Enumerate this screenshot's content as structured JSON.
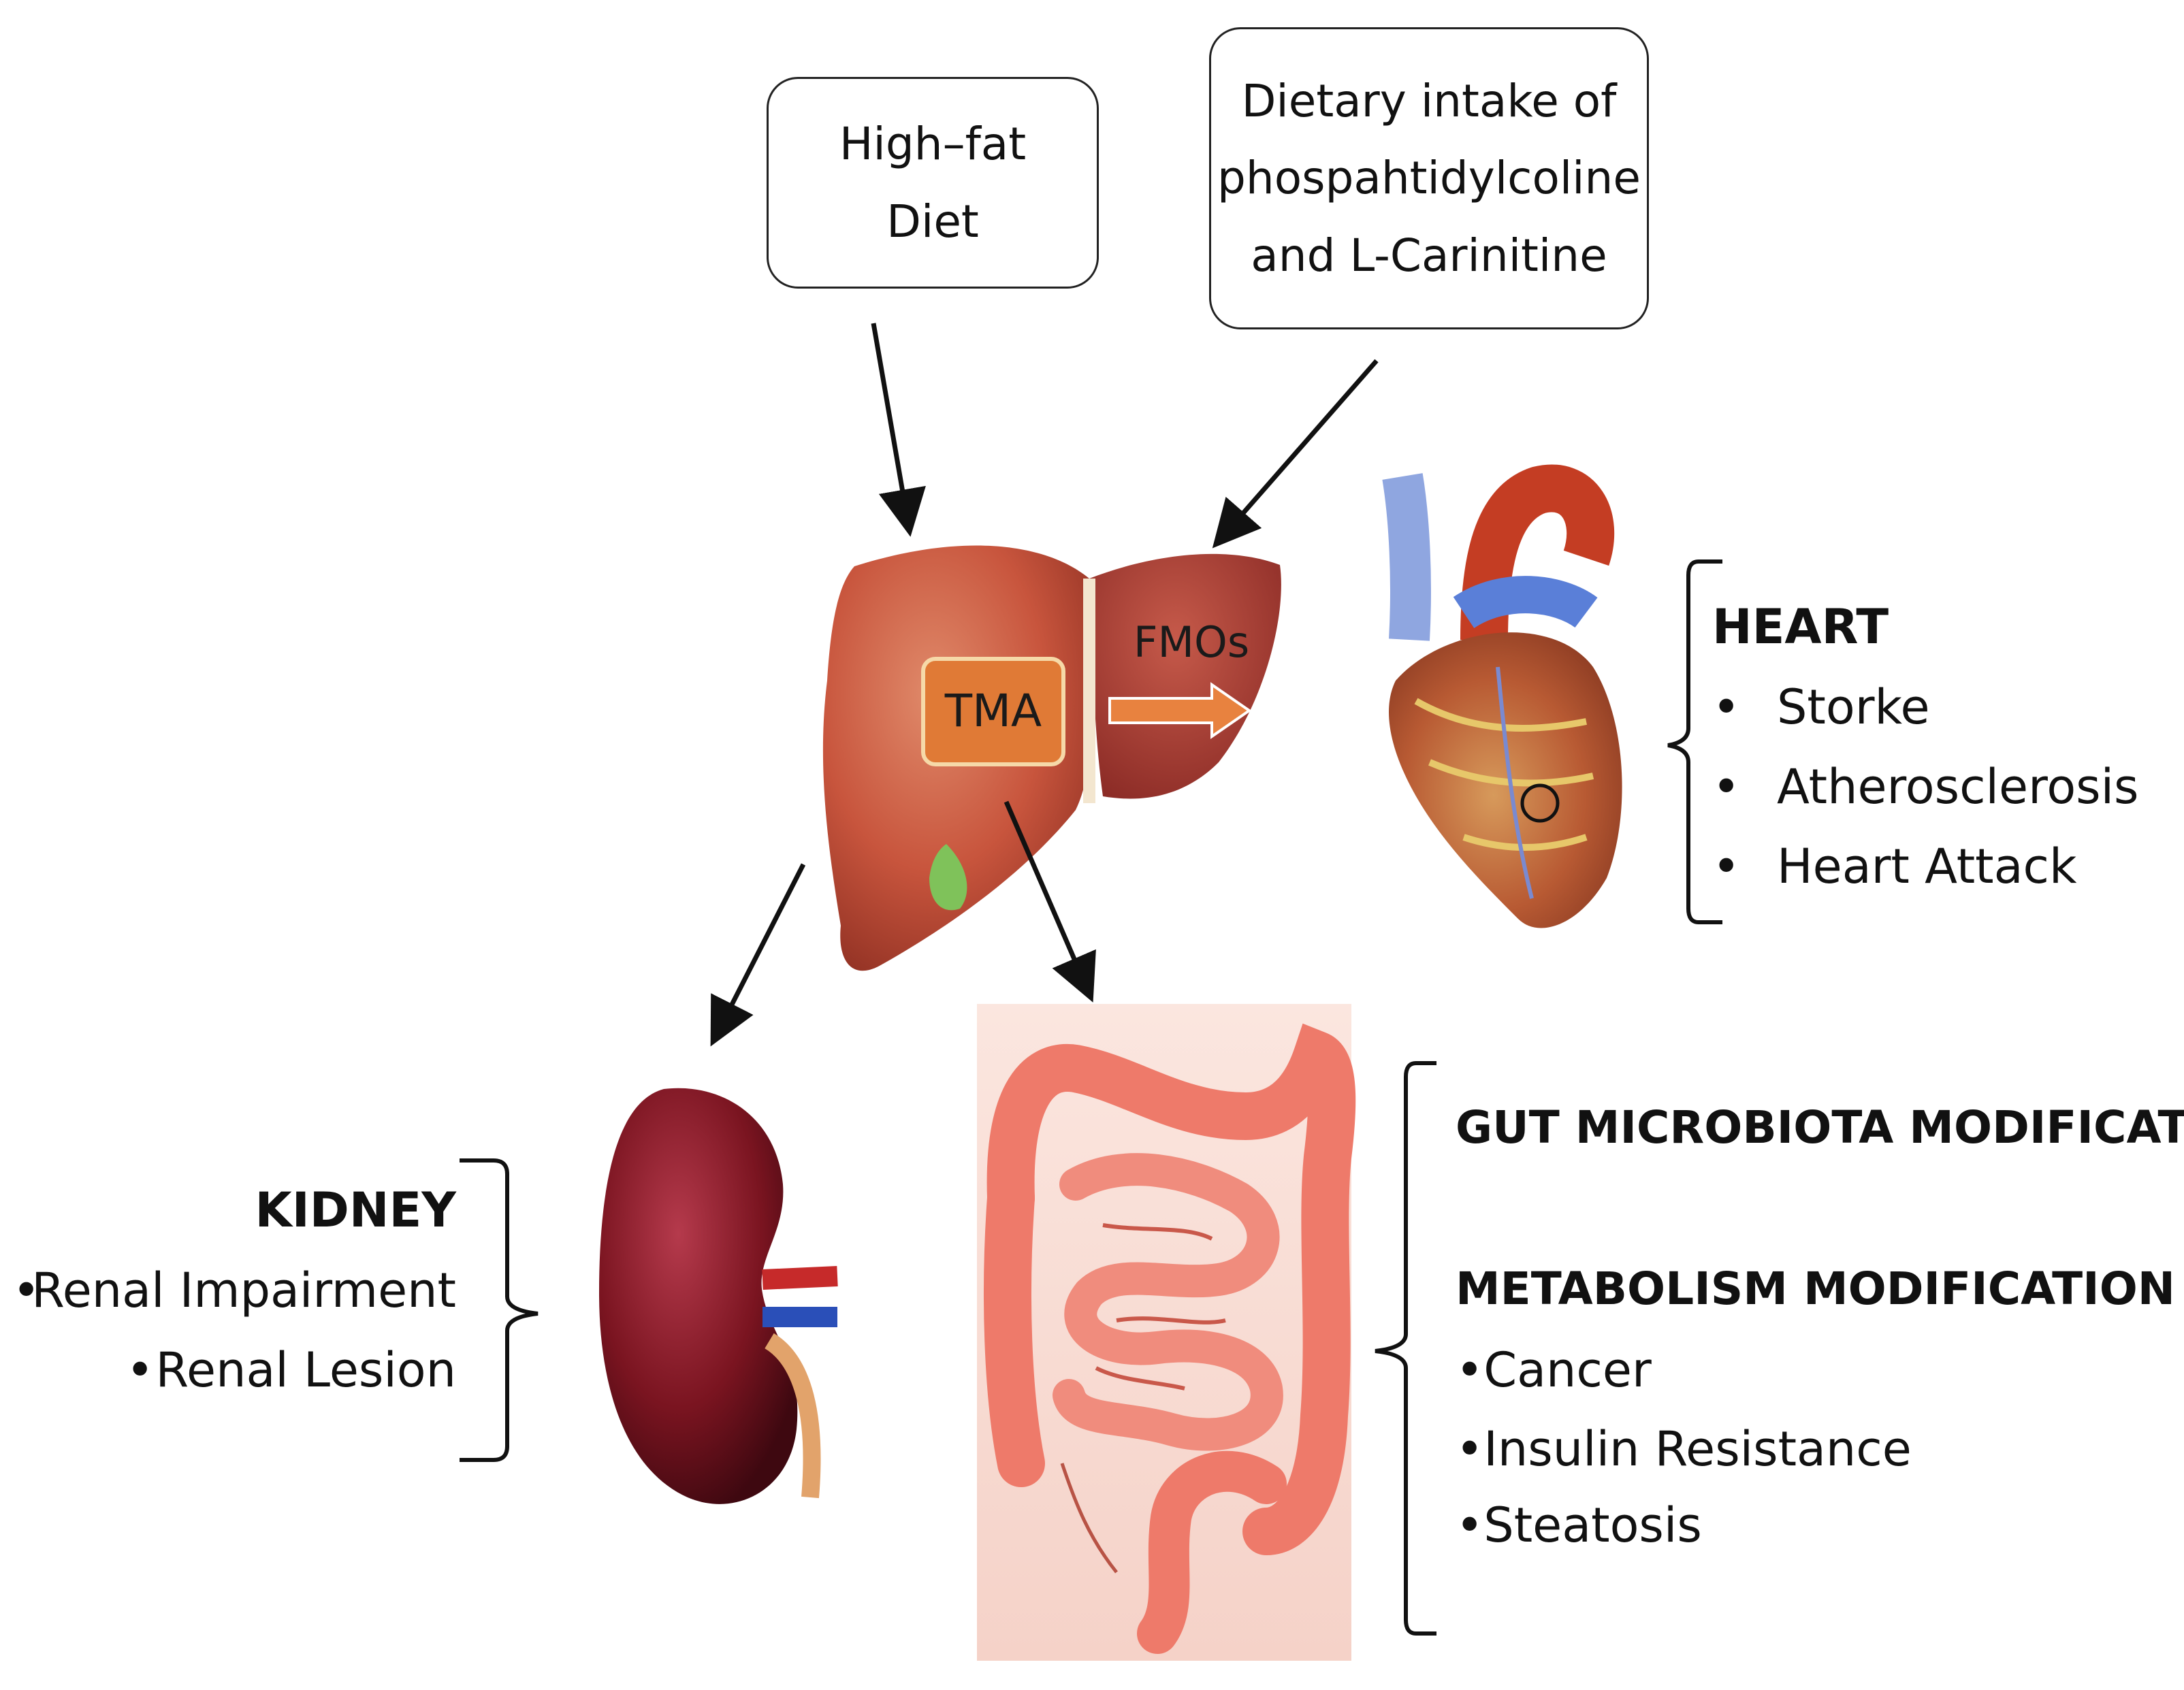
{
  "inputs": {
    "high_fat_diet": [
      "High–fat",
      "Diet"
    ],
    "dietary_intake": [
      "Dietary intake of",
      "phospahtidylcoline",
      "and L-Carinitine"
    ]
  },
  "liver": {
    "tma_label": "TMA",
    "fmos_label": "FMOs"
  },
  "heart": {
    "title": "HEART",
    "items": [
      "Storke",
      "Atherosclerosis",
      "Heart Attack"
    ]
  },
  "kidney": {
    "title": "KIDNEY",
    "items": [
      "Renal Impairment",
      "Renal Lesion"
    ]
  },
  "gut": {
    "title_1": "GUT MICROBIOTA MODIFICATION",
    "title_2": "METABOLISM MODIFICATION",
    "items": [
      "•Cancer",
      "•Insulin Resistance",
      "•Steatosis"
    ]
  },
  "colors": {
    "tma_box": "#e07a36",
    "fmo_arrow": "#e8823f",
    "liver": "#c8553d",
    "intestine": "#ef7e6e",
    "intestine_bg": "#f8dcd4",
    "kidney": "#7a1420"
  }
}
